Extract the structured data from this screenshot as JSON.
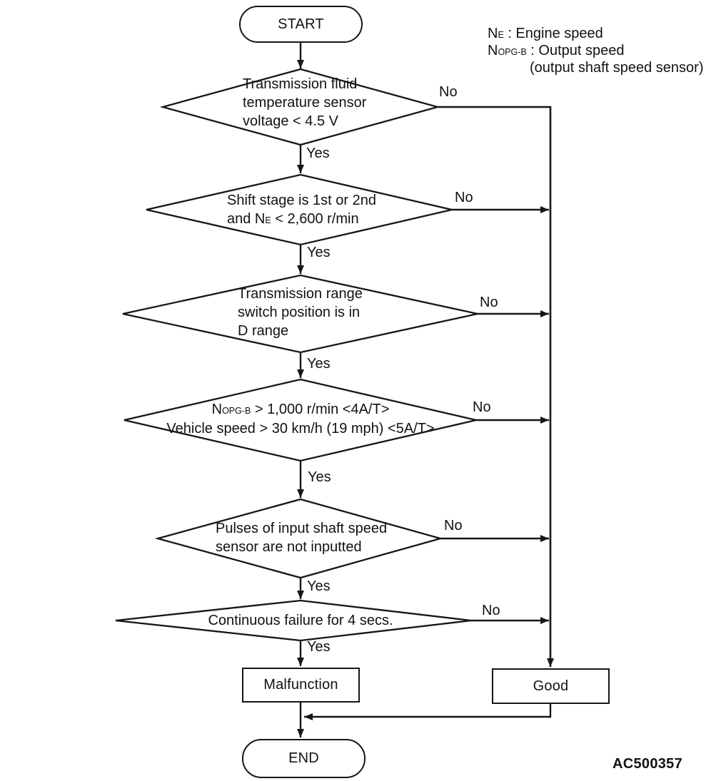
{
  "figure_code": "AC500357",
  "legend": {
    "line1": {
      "base": "N",
      "sub": "E",
      "rest": " : Engine speed"
    },
    "line2": {
      "base": "N",
      "sub": "OPG-B",
      "rest": " : Output speed"
    },
    "line3": "(output shaft speed sensor)"
  },
  "labels": {
    "yes": "Yes",
    "no": "No"
  },
  "nodes": {
    "start": "START",
    "d1": {
      "l1": "Transmission fluid",
      "l2": "temperature sensor",
      "l3": "voltage < 4.5 V"
    },
    "d2": {
      "l1": "Shift stage is 1st or 2nd",
      "l2a": "and N",
      "l2sub": "E",
      "l2b": " < 2,600 r/min"
    },
    "d3": {
      "l1": "Transmission range",
      "l2": "switch position is in",
      "l3": "D range"
    },
    "d4": {
      "l1a": "N",
      "l1sub": "OPG-B",
      "l1b": " > 1,000 r/min <4A/T>",
      "l2": "Vehicle speed > 30 km/h (19 mph) <5A/T>"
    },
    "d5": {
      "l1": "Pulses of input shaft speed",
      "l2": "sensor are not inputted"
    },
    "d6": {
      "l1": "Continuous failure for 4 secs."
    },
    "malfunction": "Malfunction",
    "good": "Good",
    "end": "END"
  }
}
